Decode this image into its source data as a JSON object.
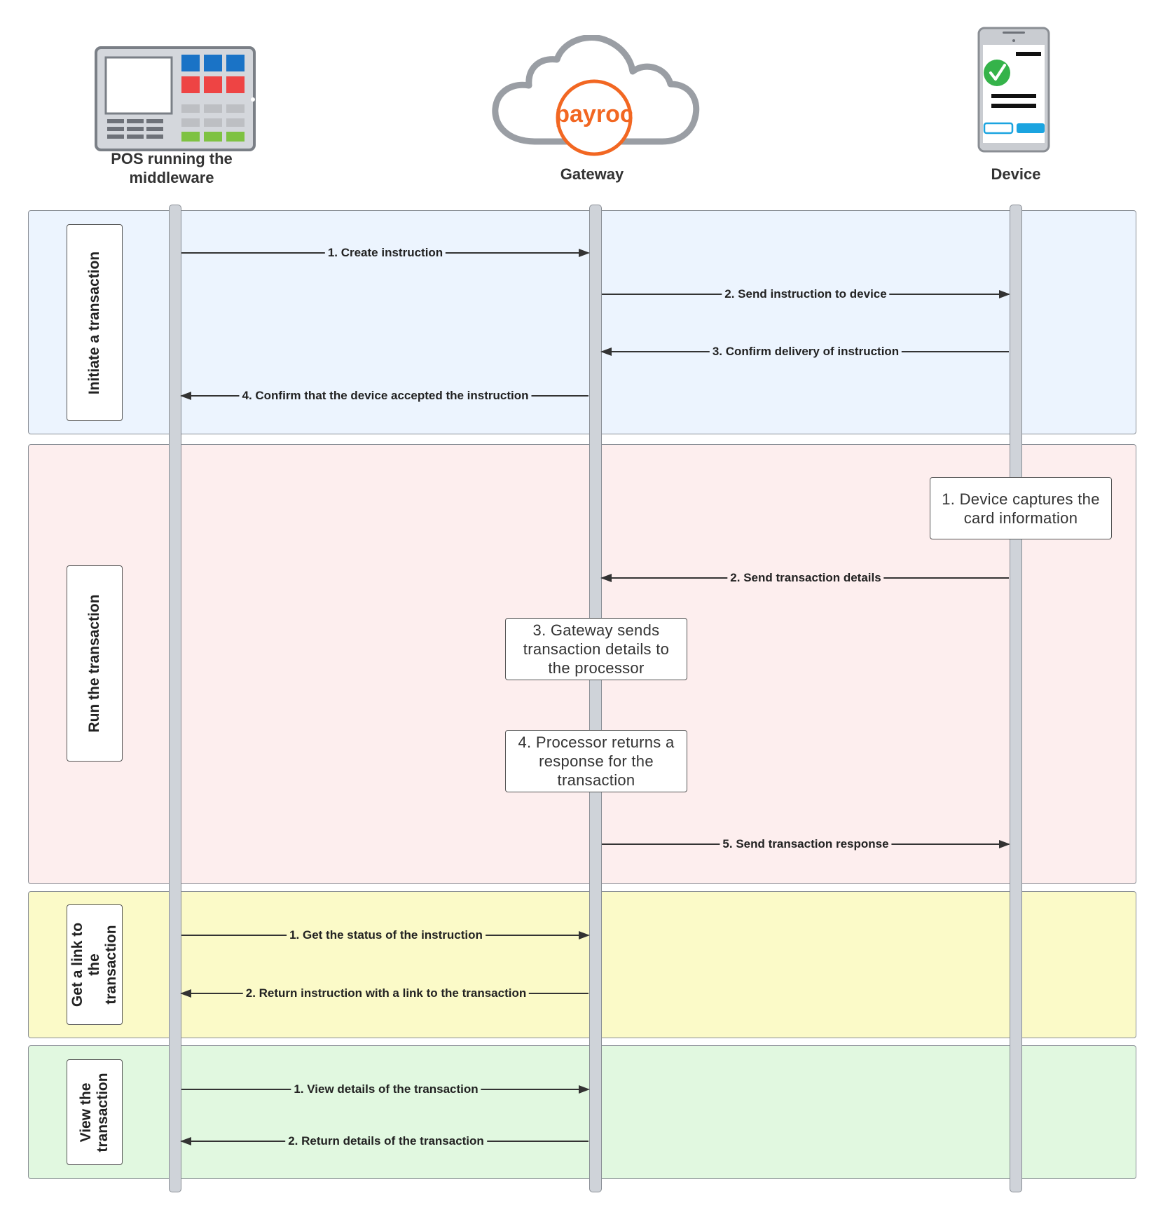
{
  "actors": {
    "pos": {
      "name_line1": "POS running the",
      "name_line2": "middleware"
    },
    "gateway": {
      "logo_text": "payroc",
      "name": "Gateway"
    },
    "device": {
      "name": "Device"
    }
  },
  "bands": [
    {
      "label": "Initiate a transaction",
      "color": "#ecf4fe",
      "messages": [
        {
          "text": "1. Create instruction"
        },
        {
          "text": "2. Send instruction to device"
        },
        {
          "text": "3. Confirm delivery of instruction"
        },
        {
          "text": "4. Confirm that the device accepted the instruction"
        }
      ]
    },
    {
      "label": "Run the transaction",
      "color": "#fdeeee",
      "notes": [
        {
          "line1": "1. Device captures the",
          "line2": "card information"
        },
        {
          "line1": "3. Gateway sends",
          "line2": "transaction details to",
          "line3": "the processor"
        },
        {
          "line1": "4. Processor returns a",
          "line2": "response for the",
          "line3": "transaction"
        }
      ],
      "messages": [
        {
          "text": "2. Send transaction details"
        },
        {
          "text": "5. Send transaction response"
        }
      ]
    },
    {
      "label_line1": "Get a link to",
      "label_line2": "the",
      "label_line3": "transaction",
      "color": "#fbfac8",
      "messages": [
        {
          "text": "1. Get the status of the instruction"
        },
        {
          "text": "2. Return instruction with a link to the transaction"
        }
      ]
    },
    {
      "label_line1": "View the",
      "label_line2": "transaction",
      "color": "#e1f8e0",
      "messages": [
        {
          "text": "1. View details of the transaction"
        },
        {
          "text": "2. Return details of the transaction"
        }
      ]
    }
  ],
  "colors": {
    "brand_orange": "#f26722",
    "tile_blue": "#1a73c6",
    "tile_red": "#ee4444",
    "tile_green": "#7ec242",
    "check_green": "#35b34a",
    "device_button_blue": "#1ba4e0"
  }
}
